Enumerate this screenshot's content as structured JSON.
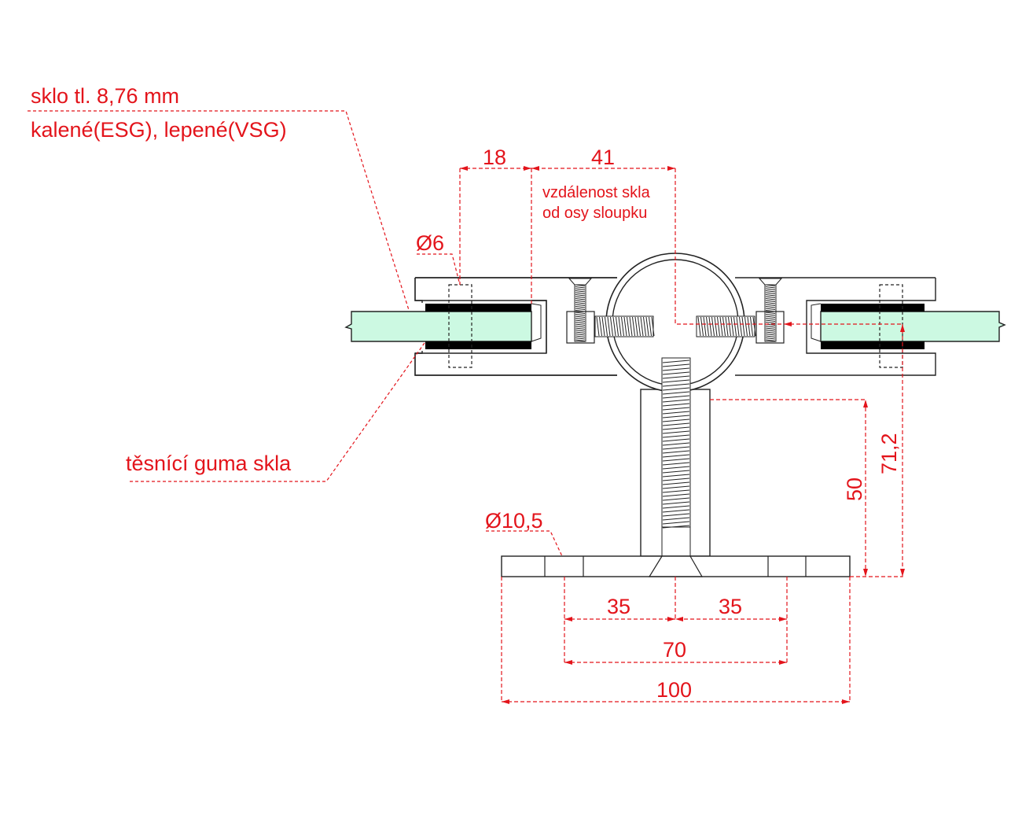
{
  "labels": {
    "glass_line1": "sklo tl. 8,76 mm",
    "glass_line2": "kalené(ESG), lepené(VSG)",
    "gasket": "těsnící guma skla",
    "distance_line1": "vzdálenost skla",
    "distance_line2": "od osy sloupku",
    "bolt_dia": "Ø6",
    "hole_dia": "Ø10,5"
  },
  "dimensions": {
    "d18": "18",
    "d41": "41",
    "d35_left": "35",
    "d35_right": "35",
    "d70": "70",
    "d100": "100",
    "d50": "50",
    "d71_2": "71,2"
  },
  "colors": {
    "dimension": "#e3141b",
    "glass": "#ccf9e2",
    "gasket": "#000000"
  }
}
